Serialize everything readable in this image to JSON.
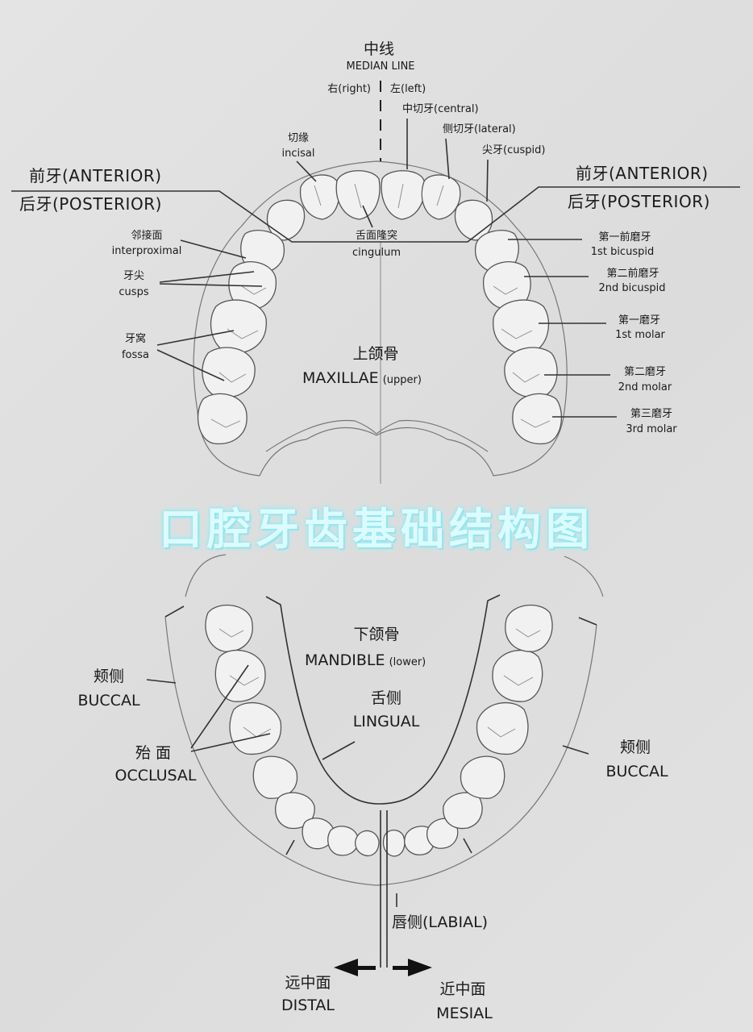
{
  "title": "口腔牙齿基础结构图",
  "median": {
    "zh": "中线",
    "en": "MEDIAN LINE",
    "right": "右(right)",
    "left": "左(left)"
  },
  "upper": {
    "incisal": {
      "zh": "切缘",
      "en": "incisal"
    },
    "central": "中切牙(central)",
    "lateral": "侧切牙(lateral)",
    "cuspid": "尖牙(cuspid)",
    "anterior_left": "前牙(ANTERIOR)",
    "posterior_left": "后牙(POSTERIOR)",
    "anterior_right": "前牙(ANTERIOR)",
    "posterior_right": "后牙(POSTERIOR)",
    "cingulum": {
      "zh": "舌面隆突",
      "en": "cingulum"
    },
    "interproximal": {
      "zh": "邻接面",
      "en": "interproximal"
    },
    "cusps": {
      "zh": "牙尖",
      "en": "cusps"
    },
    "fossa": {
      "zh": "牙窝",
      "en": "fossa"
    },
    "maxillae": {
      "zh": "上颌骨",
      "en": "MAXILLAE",
      "note": "(upper)"
    },
    "bicuspid1": {
      "zh": "第一前磨牙",
      "en": "1st bicuspid"
    },
    "bicuspid2": {
      "zh": "第二前磨牙",
      "en": "2nd bicuspid"
    },
    "molar1": {
      "zh": "第一磨牙",
      "en": "1st molar"
    },
    "molar2": {
      "zh": "第二磨牙",
      "en": "2nd molar"
    },
    "molar3": {
      "zh": "第三磨牙",
      "en": "3rd molar"
    }
  },
  "lower": {
    "mandible": {
      "zh": "下颌骨",
      "en": "MANDIBLE",
      "note": "(lower)"
    },
    "lingual": {
      "zh": "舌侧",
      "en": "LINGUAL"
    },
    "buccal_left": {
      "zh": "颊侧",
      "en": "BUCCAL"
    },
    "buccal_right": {
      "zh": "颊侧",
      "en": "BUCCAL"
    },
    "occlusal": {
      "zh": "殆 面",
      "en": "OCCLUSAL"
    },
    "labial": "唇侧(LABIAL)",
    "distal": {
      "zh": "远中面",
      "en": "DISTAL"
    },
    "mesial": {
      "zh": "近中面",
      "en": "MESIAL"
    }
  },
  "colors": {
    "background": "#e0e0e0",
    "ink": "#1a1a1a",
    "title_glow": "#9ff0f7"
  }
}
